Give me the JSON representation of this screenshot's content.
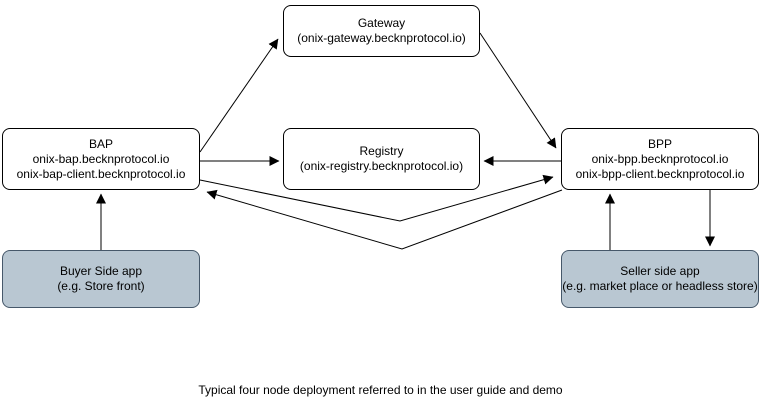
{
  "nodes": {
    "gateway": {
      "title": "Gateway",
      "subtitle": "(onix-gateway.becknprotocol.io)"
    },
    "bap": {
      "title": "BAP",
      "line1": "onix-bap.becknprotocol.io",
      "line2": "onix-bap-client.becknprotocol.io"
    },
    "registry": {
      "title": "Registry",
      "subtitle": "(onix-registry.becknprotocol.io)"
    },
    "bpp": {
      "title": "BPP",
      "line1": "onix-bpp.becknprotocol.io",
      "line2": "onix-bpp-client.becknprotocol.io"
    },
    "buyer_app": {
      "title": "Buyer Side app",
      "subtitle": "(e.g. Store front)"
    },
    "seller_app": {
      "title": "Seller side app",
      "subtitle": "(e.g. market place or headless store)"
    }
  },
  "caption": "Typical four node deployment referred to in the user guide and demo",
  "colors": {
    "node_fill": "#ffffff",
    "node_border": "#000000",
    "app_fill": "#b9c7d2",
    "app_border": "#46586a",
    "arrow": "#000000"
  }
}
